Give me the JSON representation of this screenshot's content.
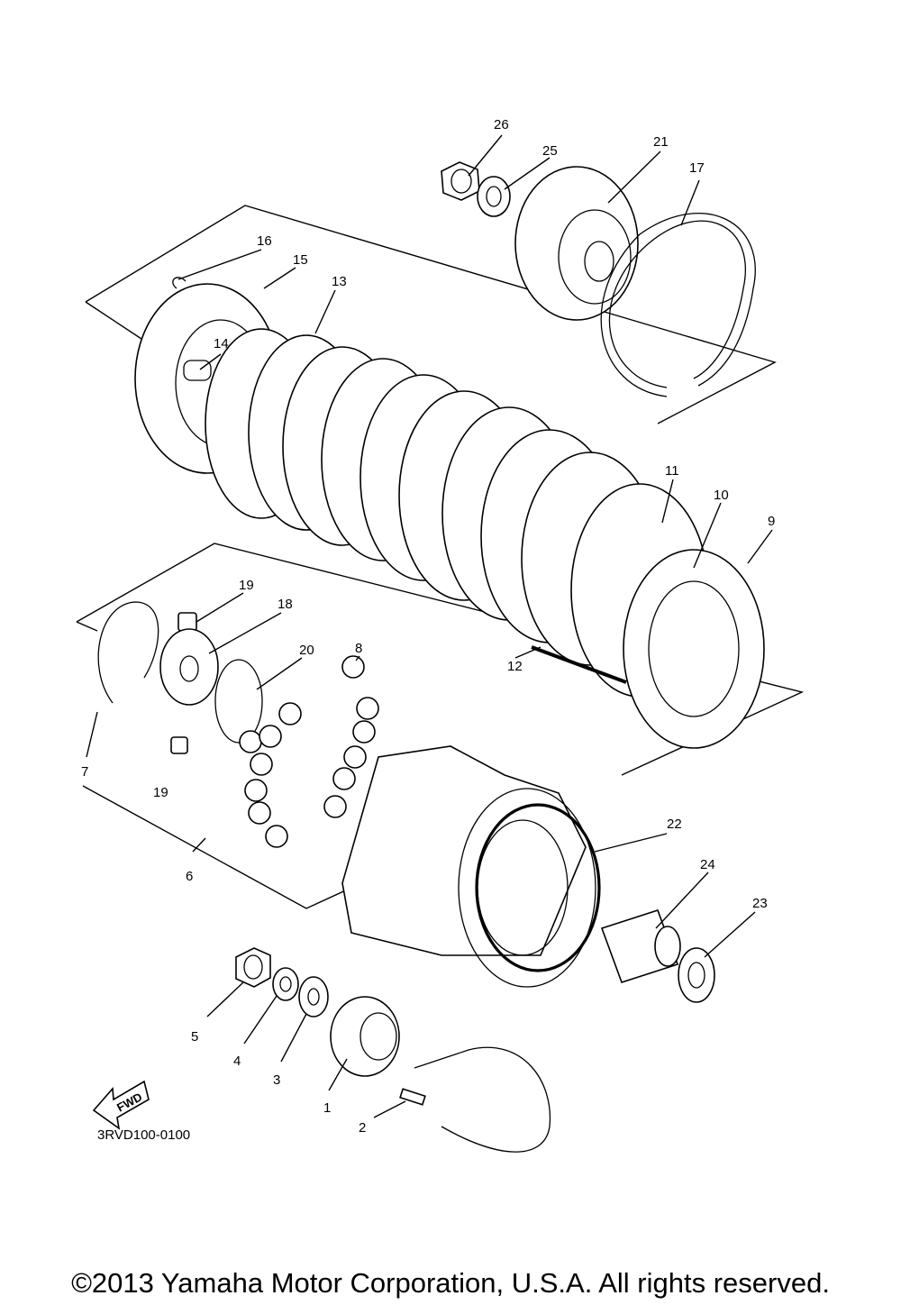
{
  "diagram": {
    "code": "3RVD100-0100",
    "fwd_label": "FWD",
    "callouts": [
      "26",
      "25",
      "21",
      "17",
      "16",
      "15",
      "13",
      "14",
      "11",
      "10",
      "9",
      "19",
      "18",
      "20",
      "8",
      "12",
      "7",
      "19",
      "6",
      "22",
      "24",
      "23",
      "5",
      "4",
      "3",
      "1",
      "2"
    ]
  },
  "footer": {
    "copyright": "©2013 Yamaha Motor Corporation, U.S.A. All rights reserved."
  }
}
